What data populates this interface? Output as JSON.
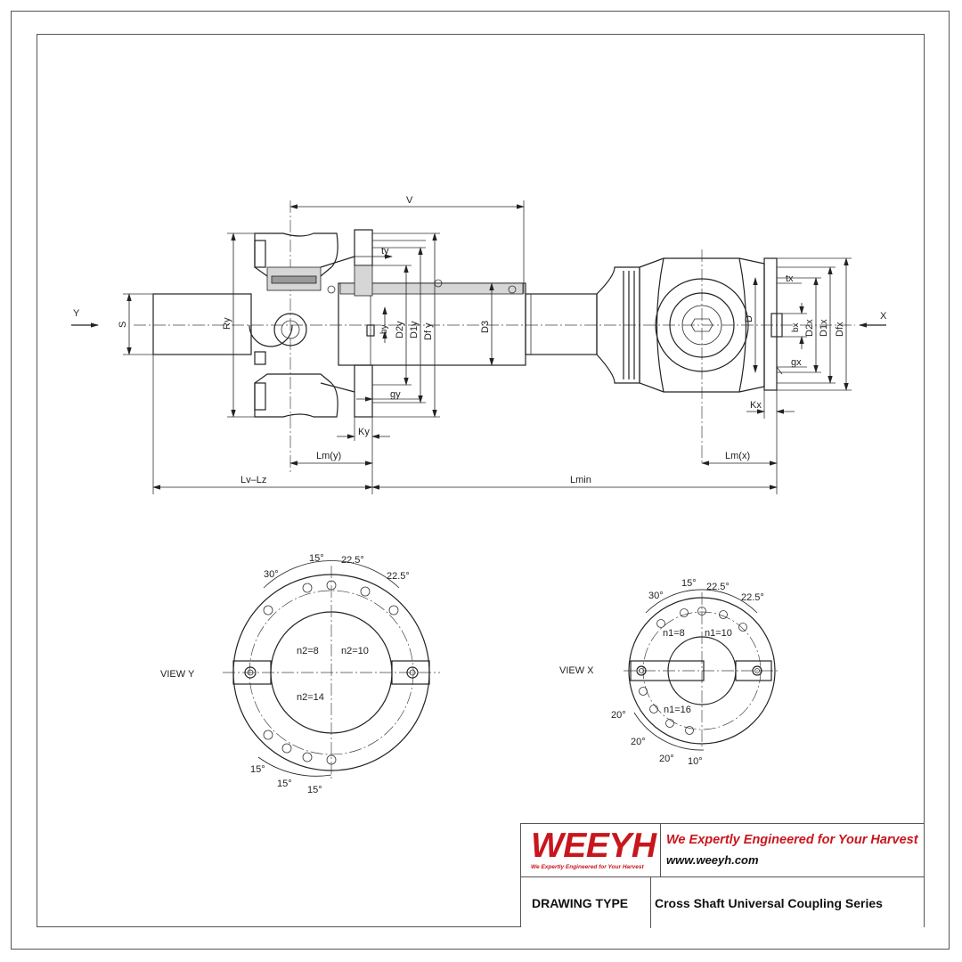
{
  "labels": {
    "v": "V",
    "ty": "ty",
    "tx": "tx",
    "s": "S",
    "ry": "Ry",
    "by": "by",
    "d2y": "D2y",
    "d1y": "D1y",
    "dfy": "Df y",
    "d3": "D3",
    "gy": "gy",
    "ky": "Ky",
    "d": "D",
    "bx": "bx",
    "d2x": "D2x",
    "d1x": "D1x",
    "dfx": "Dfx",
    "gx": "gx",
    "kx": "Kx",
    "lmy": "Lm(y)",
    "lmx": "Lm(x)",
    "lvlz": "Lv–Lz",
    "lmin": "Lmin",
    "y": "Y",
    "x": "X"
  },
  "view_y": {
    "title": "VIEW Y",
    "angles_top": [
      "30°",
      "15°",
      "22.5°",
      "22.5°"
    ],
    "angles_bottom": [
      "15°",
      "15°",
      "15°"
    ],
    "n_labels": [
      "n2=8",
      "n2=10",
      "n2=14"
    ]
  },
  "view_x": {
    "title": "VIEW X",
    "angles_top": [
      "30°",
      "15°",
      "22.5°",
      "22.5°"
    ],
    "angles_bottom": [
      "20°",
      "20°",
      "20°",
      "10°"
    ],
    "n_labels": [
      "n1=8",
      "n1=10",
      "n1=16"
    ]
  },
  "title_block": {
    "logo": "WEEYH",
    "logo_sub": "We Expertly Engineered for Your Harvest",
    "slogan": "We Expertly Engineered for Your Harvest",
    "url": "www.weeyh.com",
    "drawing_type_label": "DRAWING TYPE",
    "drawing_type_value": "Cross Shaft Universal Coupling Series"
  },
  "colors": {
    "brand_red": "#c8161d",
    "line": "#222222"
  }
}
